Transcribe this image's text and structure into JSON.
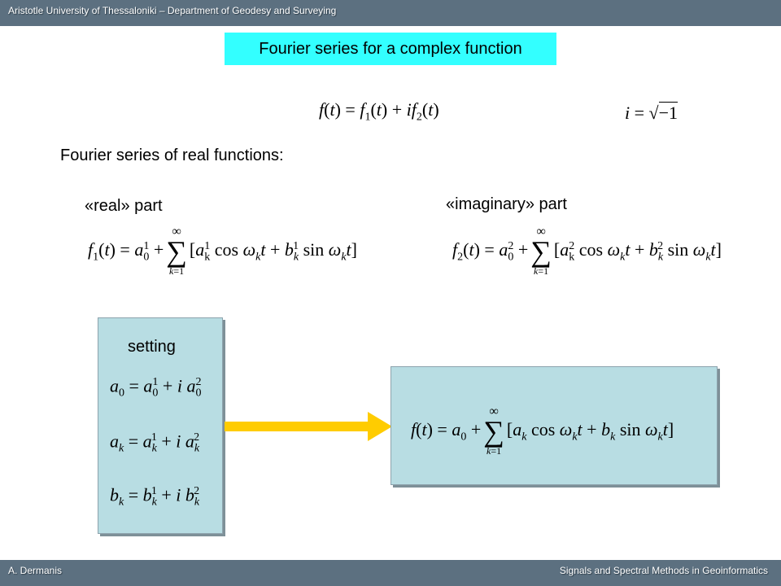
{
  "header": {
    "institution": "Aristotle University of Thessaloniki – Department of Geodesy and Surveying"
  },
  "footer": {
    "author": "A. Dermanis",
    "course": "Signals and Spectral Methods in Geoinformatics"
  },
  "slide": {
    "title": "Fourier series for a complex function",
    "subheading": "Fourier series of real functions:",
    "real_label": "«real» part",
    "imag_label": "«imaginary» part",
    "setting_label": "setting"
  },
  "equations": {
    "complex_function": "f(t) = f₁(t) + if₂(t)",
    "imag_unit": "i = √−1",
    "real_series": "f₁(t) = a₀¹ + Σ[aₖ¹ cos ωₖt + bₖ¹ sin ωₖt]",
    "imag_series": "f₂(t) = a₀² + Σ[aₖ² cos ωₖt + bₖ² sin ωₖt]",
    "setting_a0": "a₀ = a₀¹ + i a₀²",
    "setting_ak": "aₖ = aₖ¹ + i aₖ²",
    "setting_bk": "bₖ = bₖ¹ + i bₖ²",
    "result_series": "f(t) = a₀ + Σ[aₖ cos ωₖt + bₖ sin ωₖt]"
  },
  "colors": {
    "bar": "#5c7080",
    "title_background": "#33ffff",
    "panel": "#b8dde3",
    "arrow": "#ffcc00"
  },
  "icons": {
    "arrow": "right-arrow-icon"
  }
}
